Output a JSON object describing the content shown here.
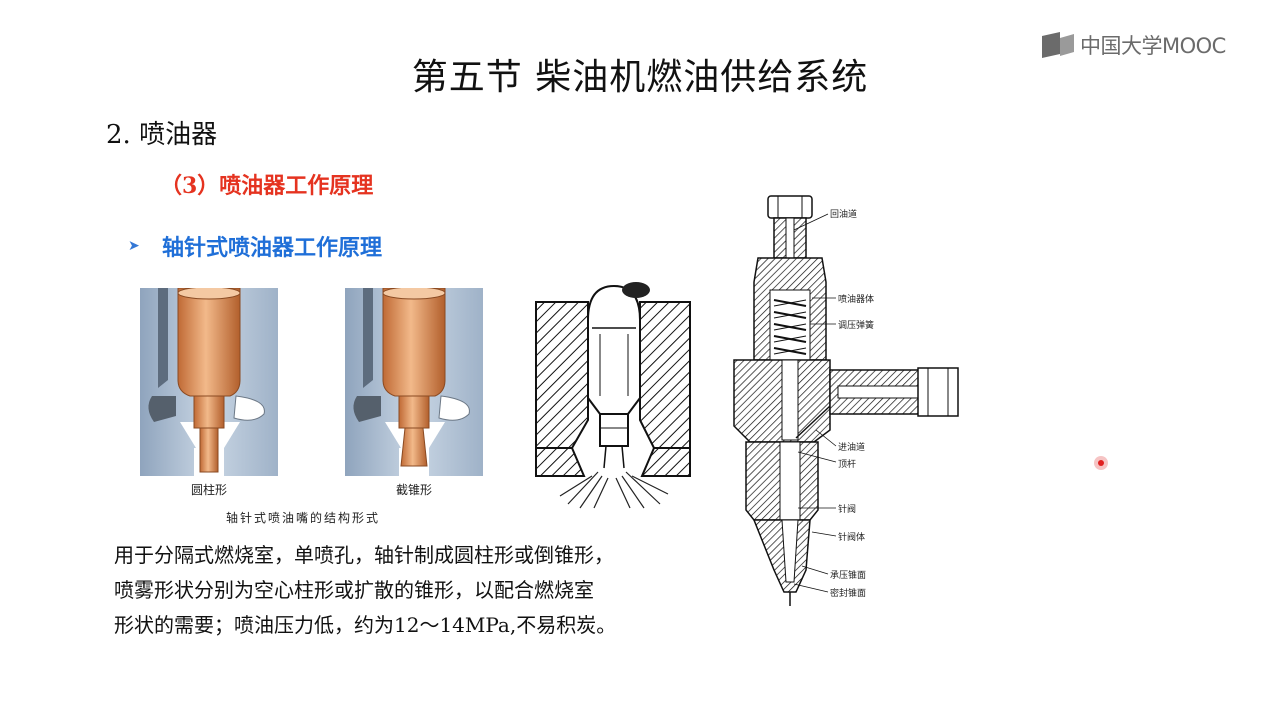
{
  "logo": {
    "text": "中国大学MOOC",
    "icon": "mooc-logo-icon"
  },
  "slide": {
    "title": "第五节 柴油机燃油供给系统",
    "section": "2. 喷油器",
    "subsection": "（3）喷油器工作原理",
    "bullet": "轴针式喷油器工作原理",
    "bullet_icon": "arrow-bullet-icon",
    "figure_labels": {
      "left": "圆柱形",
      "right": "截锥形"
    },
    "figure_caption": "轴针式喷油嘴的结构形式",
    "body_lines": [
      "用于分隔式燃烧室，单喷孔，轴针制成圆柱形或倒锥形，",
      "喷雾形状分别为空心柱形或扩散的锥形，以配合燃烧室",
      "形状的需要；喷油压力低，约为12～14MPa,不易积炭。"
    ],
    "diagram_callouts": [
      "回油道",
      "喷油器体",
      "调压弹簧",
      "进油道",
      "顶杆",
      "针阀",
      "针阀体",
      "承压锥面",
      "密封锥面"
    ]
  },
  "colors": {
    "accent_red": "#e53320",
    "accent_blue": "#1f6fd8",
    "copper": "#d98a52",
    "housing": "#aebfd2"
  }
}
